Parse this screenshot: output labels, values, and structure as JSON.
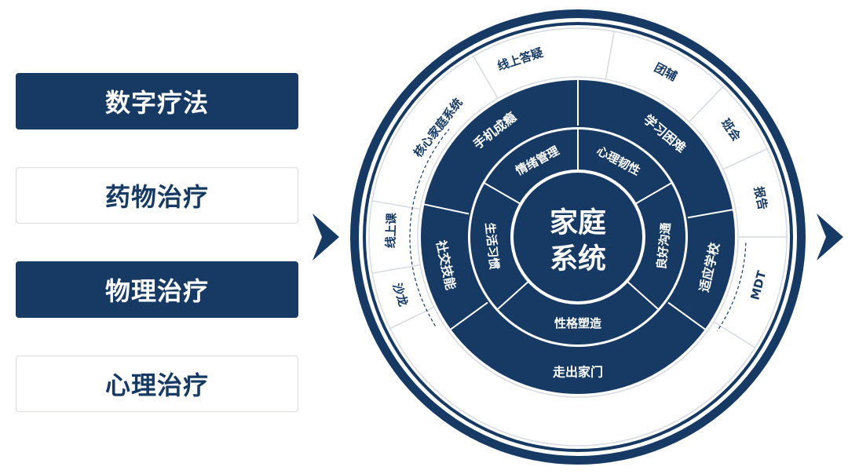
{
  "colors": {
    "navy": "#163a63",
    "white": "#ffffff",
    "border": "#d7dbe0",
    "dash": "#163a63"
  },
  "therapies": [
    {
      "label": "数字疗法",
      "style": "dark"
    },
    {
      "label": "药物治疗",
      "style": "light"
    },
    {
      "label": "物理治疗",
      "style": "dark"
    },
    {
      "label": "心理治疗",
      "style": "light"
    }
  ],
  "center": {
    "line1": "家庭",
    "line2": "系统"
  },
  "inner_ring": [
    "情绪管理",
    "心理韧性",
    "良好沟通",
    "性格塑造",
    "生活习惯"
  ],
  "middle_ring": [
    "手机成瘾",
    "学习困难",
    "适应学校",
    "走出家门",
    "社交技能"
  ],
  "outer_ring": [
    "线上答疑",
    "团辅",
    "班会",
    "报告",
    "MDT",
    "沙龙",
    "线上课",
    "核心家庭系统"
  ],
  "icons": {
    "left_arrow": "chevron-right-icon",
    "right_arrow": "chevron-right-icon"
  }
}
